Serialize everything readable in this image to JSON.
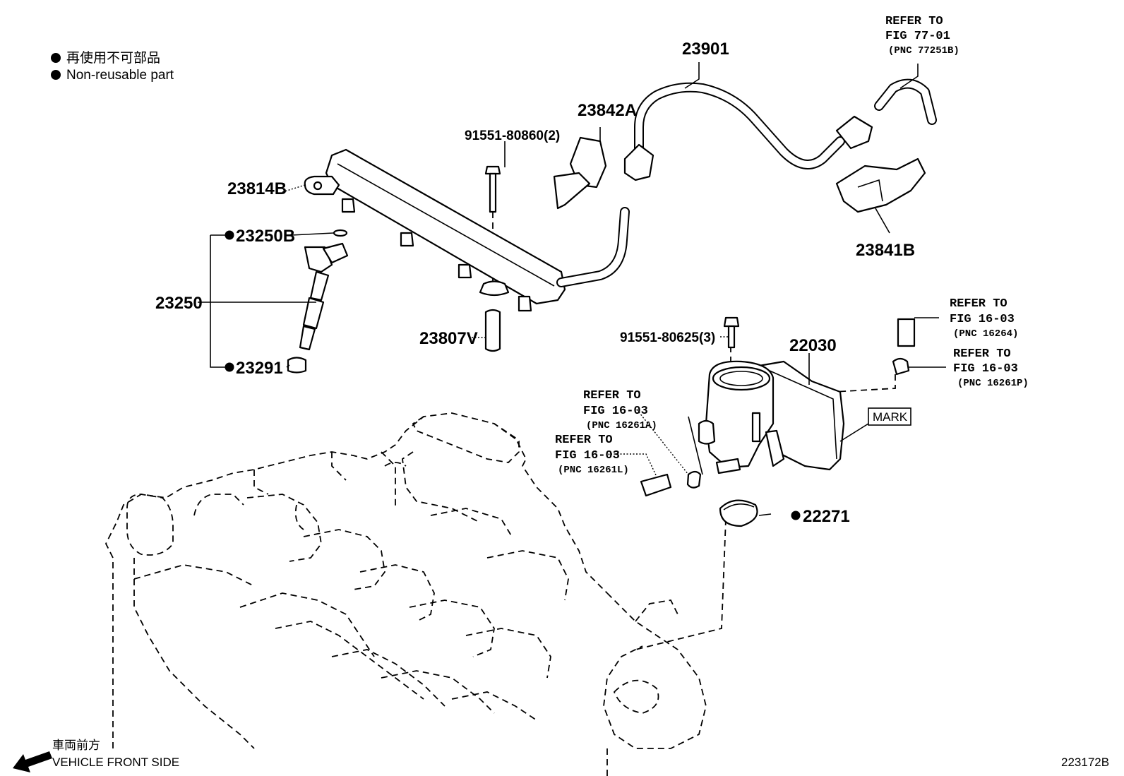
{
  "legend": {
    "non_reusable_jp": "再使用不可部品",
    "non_reusable_en": "Non-reusable part"
  },
  "labels": {
    "p23901": "23901",
    "p23842A": "23842A",
    "p91551_80860": "91551-80860(2)",
    "p23814B": "23814B",
    "p23250B": "23250B",
    "p23250": "23250",
    "p23291": "23291",
    "p23807V": "23807V",
    "p23841B": "23841B",
    "p91551_80625": "91551-80625(3)",
    "p22030": "22030",
    "p22271": "22271",
    "mark": "MARK"
  },
  "refs": [
    {
      "line1": "REFER TO",
      "line2": "FIG 77-01",
      "line3": "(PNC 77251B)"
    },
    {
      "line1": "REFER TO",
      "line2": "FIG 16-03",
      "line3": "(PNC 16264)"
    },
    {
      "line1": "REFER TO",
      "line2": "FIG 16-03",
      "line3": "(PNC 16261P)"
    },
    {
      "line1": "REFER TO",
      "line2": "FIG 16-03",
      "line3": "(PNC 16261A)"
    },
    {
      "line1": "REFER TO",
      "line2": "FIG 16-03",
      "line3": "(PNC 16261L)"
    }
  ],
  "footer": {
    "direction_jp": "車両前方",
    "direction_en": "VEHICLE FRONT SIDE",
    "figure_id": "223172B"
  }
}
